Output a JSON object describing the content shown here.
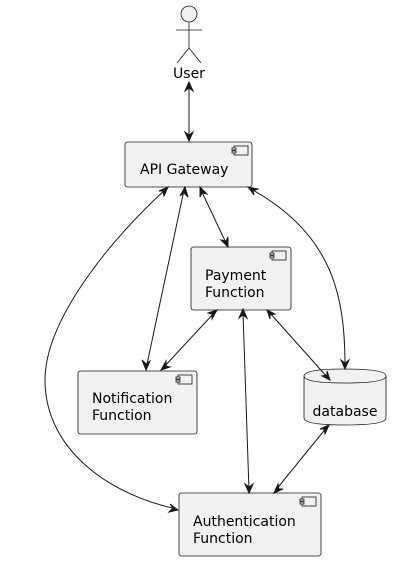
{
  "diagram": {
    "actor": {
      "label": "User"
    },
    "components": {
      "api_gateway": {
        "label": "API Gateway"
      },
      "payment": {
        "line1": "Payment",
        "line2": "Function"
      },
      "notification": {
        "line1": "Notification",
        "line2": "Function"
      },
      "authentication": {
        "line1": "Authentication",
        "line2": "Function"
      }
    },
    "database": {
      "label": "database"
    }
  }
}
